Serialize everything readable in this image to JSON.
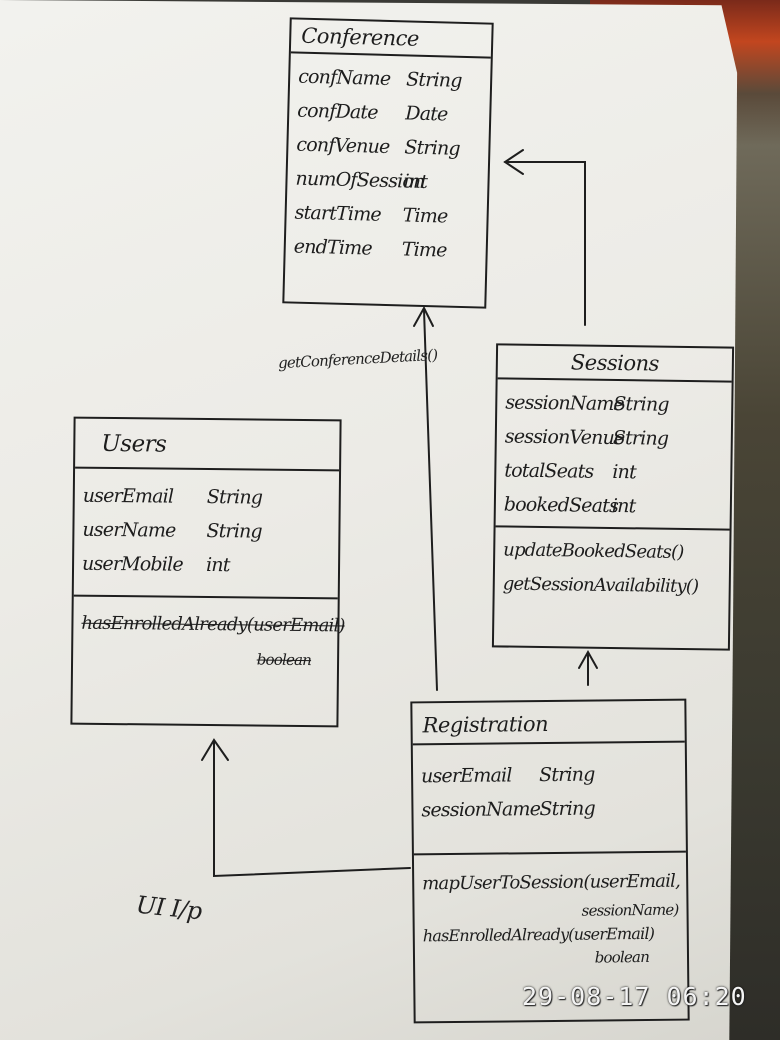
{
  "diagram": {
    "conference": {
      "title": "Conference",
      "attributes": [
        {
          "name": "confName",
          "type": "String"
        },
        {
          "name": "confDate",
          "type": "Date"
        },
        {
          "name": "confVenue",
          "type": "String"
        },
        {
          "name": "numOfSession",
          "type": "int"
        },
        {
          "name": "startTime",
          "type": "Time"
        },
        {
          "name": "endTime",
          "type": "Time"
        }
      ]
    },
    "sessions": {
      "title": "Sessions",
      "attributes": [
        {
          "name": "sessionName",
          "type": "String"
        },
        {
          "name": "sessionVenue",
          "type": "String"
        },
        {
          "name": "totalSeats",
          "type": "int"
        },
        {
          "name": "bookedSeats",
          "type": "int"
        }
      ],
      "methods": [
        "updateBookedSeats()",
        "getSessionAvailability()"
      ]
    },
    "users": {
      "title": "Users",
      "attributes": [
        {
          "name": "userEmail",
          "type": "String"
        },
        {
          "name": "userName",
          "type": "String"
        },
        {
          "name": "userMobile",
          "type": "int"
        }
      ],
      "methods": [
        "hasEnrolledAlready(userEmail)",
        "boolean"
      ]
    },
    "registration": {
      "title": "Registration",
      "attributes": [
        {
          "name": "userEmail",
          "type": "String"
        },
        {
          "name": "sessionName",
          "type": "String"
        }
      ],
      "methods": [
        "mapUserToSession(userEmail,",
        "sessionName)",
        "hasEnrolledAlready(userEmail)",
        "boolean"
      ]
    },
    "labels": {
      "get_conference_details": "getConferenceDetails()",
      "ui_input": "UI I/p"
    }
  },
  "photo": {
    "timestamp": "29-08-17 06:20"
  }
}
